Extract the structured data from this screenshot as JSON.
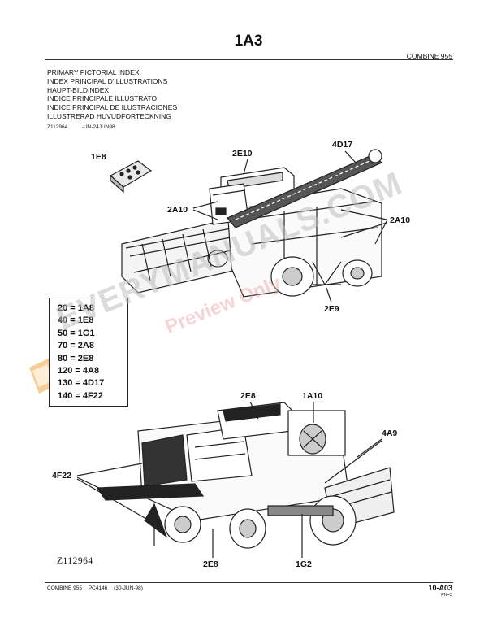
{
  "header": {
    "page_title": "1A3",
    "model": "COMBINE 955"
  },
  "titles": [
    "PRIMARY PICTORIAL INDEX",
    "INDEX PRINCIPAL D'ILLUSTRATIONS",
    "HAUPT-BILDINDEX",
    "INDICE PRINCIPALE ILLUSTRATO",
    "INDICE PRINCIPAL DE ILUSTRACIONES",
    "ILLUSTRERAD HUVUDFORTECKNING"
  ],
  "reference": {
    "code": "Z112964",
    "date": "-UN-24JUN98"
  },
  "callouts": {
    "top": [
      "1E8",
      "2E10",
      "4D17",
      "2A10",
      "2A10",
      "2E9"
    ],
    "bottom": [
      "2E8",
      "1A10",
      "4A9",
      "4F22",
      "2E8",
      "1G2"
    ]
  },
  "index_table": [
    "20 = 1A8",
    "40 = 1E8",
    "50 = 1G1",
    "70 = 2A8",
    "80 = 2E8",
    "120 = 4A8",
    "130 = 4D17",
    "140 = 4F22"
  ],
  "drawing_id": "Z112964",
  "footer": {
    "model": "COMBINE 955",
    "pc": "PC4146",
    "date": "(30-JUN-98)",
    "page": "10-A03",
    "sub": "PN=3"
  },
  "watermark": {
    "text": "EVERYMANUALS.COM",
    "preview": "Preview Only",
    "colors": {
      "logo_orange": "#f2a640",
      "text_gray": "#bebebe"
    }
  }
}
